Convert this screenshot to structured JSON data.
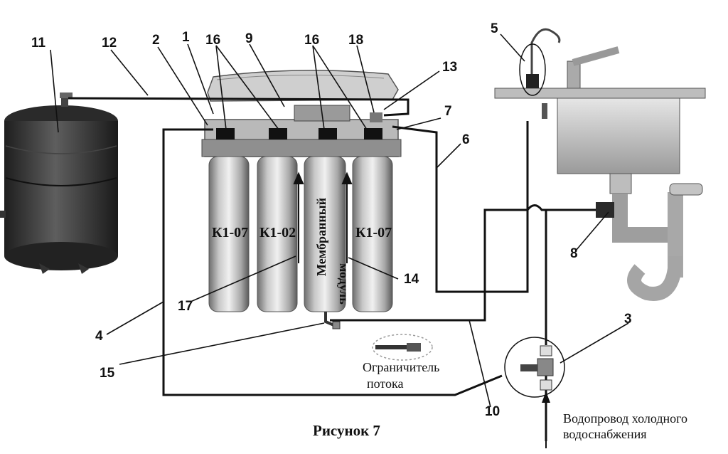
{
  "callouts": {
    "n1": "1",
    "n2": "2",
    "n3": "3",
    "n4": "4",
    "n5": "5",
    "n6": "6",
    "n7": "7",
    "n8": "8",
    "n9": "9",
    "n10": "10",
    "n11": "11",
    "n12": "12",
    "n13": "13",
    "n14": "14",
    "n15": "15",
    "n16a": "16",
    "n16b": "16",
    "n17": "17",
    "n18": "18"
  },
  "filters": {
    "f1": "К1-07",
    "f2": "К1-02",
    "f4": "К1-07",
    "membrane_line1": "Мембранный",
    "membrane_line2": "модуль"
  },
  "labels": {
    "flow_line1": "Ограничитель",
    "flow_line2": "потока",
    "water_line1": "Водопровод холодного",
    "water_line2": "водоснабжения"
  },
  "caption": "Рисунок 7"
}
